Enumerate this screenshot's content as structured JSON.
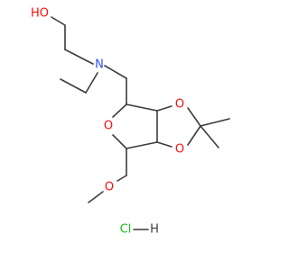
{
  "molecule": {
    "colors": {
      "bond": "#3b3b3b",
      "oxygen": "#ff0d0d",
      "nitrogen": "#2f50f8",
      "chlorine": "#1fbf1f",
      "hydrogen": "#3b3b3b"
    },
    "atoms": {
      "hydroxyl": "HO",
      "nitrogen": "N",
      "ring_oxygen": "O",
      "dioxolane_oxygen_top": "O",
      "dioxolane_oxygen_bottom": "O",
      "methoxy_oxygen": "O",
      "chlorine": "Cl",
      "hydrogen": "H"
    }
  }
}
